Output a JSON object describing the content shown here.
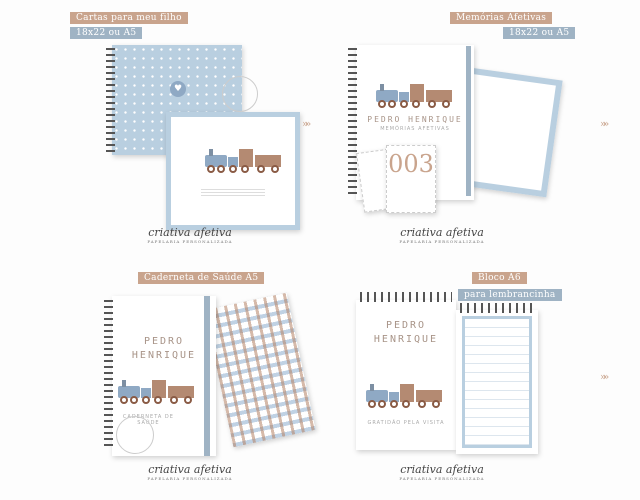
{
  "panels": [
    {
      "tag_primary": "Cartas para meu filho",
      "tag_secondary": "18x22 ou A5",
      "logo": "criativa afetiva",
      "logo_sub": "PAPELARIA PERSONALIZADA"
    },
    {
      "tag_primary": "Memórias Afetivas",
      "tag_secondary": "18x22 ou A5",
      "name": "PEDRO HENRIQUE",
      "subtitle": "MEMÓRIAS AFETIVAS",
      "card_number": "003",
      "logo": "criativa afetiva",
      "logo_sub": "PAPELARIA PERSONALIZADA"
    },
    {
      "tag_primary": "Caderneta de Saúde A5",
      "name_line1": "PEDRO",
      "name_line2": "HENRIQUE",
      "subtitle": "CADERNETA DE SAÚDE",
      "logo": "criativa afetiva",
      "logo_sub": "PAPELARIA PERSONALIZADA"
    },
    {
      "tag_primary": "Bloco A6",
      "tag_secondary": "para lembrancinha",
      "name_line1": "PEDRO",
      "name_line2": "HENRIQUE",
      "subtitle": "GRATIDÃO PELA VISITA",
      "logo": "criativa afetiva",
      "logo_sub": "PAPELARIA PERSONALIZADA"
    }
  ],
  "arrows": "»»",
  "colors": {
    "salmon": "#c9a48d",
    "blue": "#9fb3c4",
    "light_blue": "#b9cfe0"
  }
}
